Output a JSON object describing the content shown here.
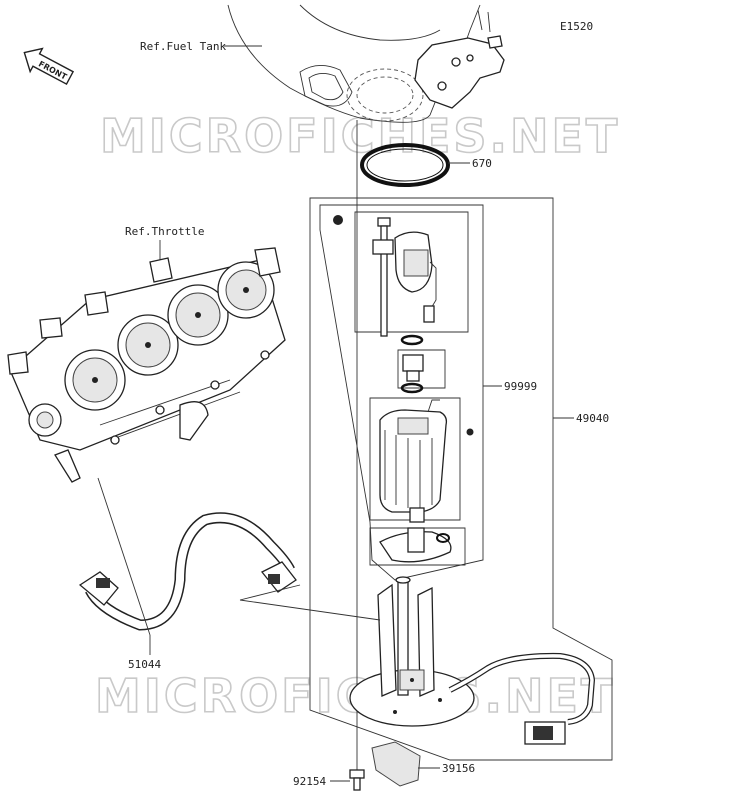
{
  "diagram": {
    "code": "E1520",
    "front_label": "FRONT",
    "refs": {
      "fuel_tank": "Ref.Fuel Tank",
      "throttle": "Ref.Throttle"
    },
    "watermark": "MICROFICHES.NET",
    "parts": {
      "p670": "670",
      "p99999": "99999",
      "p49040": "49040",
      "p51044": "51044",
      "p39156": "39156",
      "p92154": "92154"
    }
  }
}
